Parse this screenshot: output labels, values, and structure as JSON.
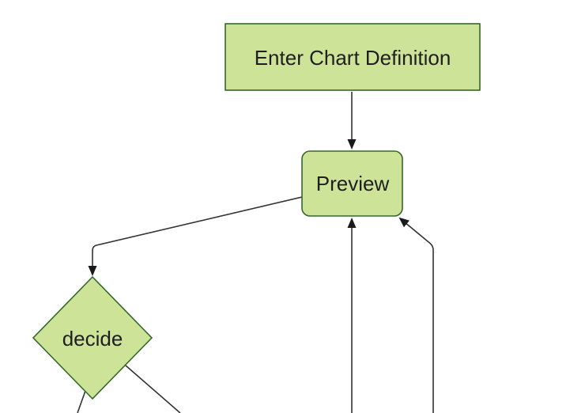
{
  "diagram": {
    "type": "flowchart",
    "orientation": "top-down",
    "background_color": "#ffffff",
    "colors": {
      "node_fill": "#cde498",
      "node_stroke": "#35682a",
      "edge_stroke": "#333333",
      "arrowhead": "#1a1a1a",
      "label_text": "#1f1f1f"
    },
    "nodes": [
      {
        "label": "Enter Chart Definition",
        "shape": "rectangle"
      },
      {
        "label": "Preview",
        "shape": "rounded-rectangle"
      },
      {
        "label": "decide",
        "shape": "diamond"
      }
    ],
    "edges": [
      {
        "from": "Enter Chart Definition",
        "to": "Preview",
        "arrow": true
      },
      {
        "from": "Preview",
        "to": "decide",
        "arrow": true
      },
      {
        "from": "offscreen-bottom-center",
        "to": "Preview",
        "arrow": true
      },
      {
        "from": "offscreen-bottom-right",
        "to": "Preview",
        "arrow": true
      },
      {
        "from": "decide",
        "to": "offscreen-bottom-left",
        "arrow": false
      },
      {
        "from": "decide",
        "to": "offscreen-bottom-right",
        "arrow": false
      }
    ]
  }
}
